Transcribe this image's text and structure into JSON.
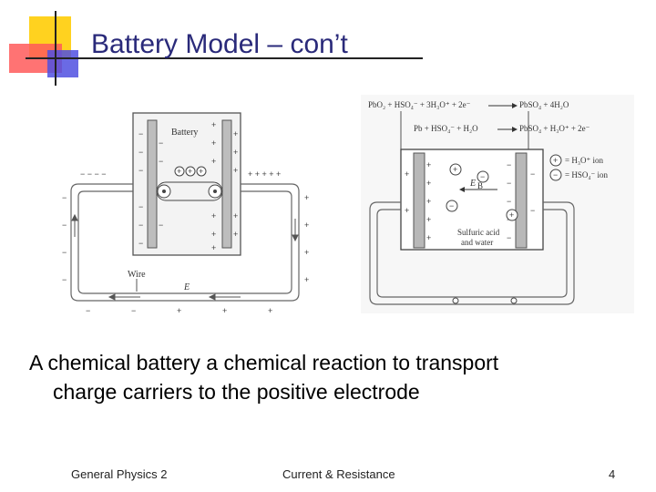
{
  "slide": {
    "title": "Battery Model – con’t",
    "body_line1": "A chemical battery a chemical reaction to transport",
    "body_line2": "charge carriers to the positive electrode"
  },
  "figure_left": {
    "label_battery": "Battery",
    "label_wire": "Wire",
    "label_field": "E"
  },
  "figure_right": {
    "eq1_left": "PbO₂ + HSO₄⁻ + 3H₃O⁺ + 2e⁻",
    "eq1_right": "PbSO₄ + 4H₂O",
    "eq2_left": "Pb + HSO₄⁻ + H₂O",
    "eq2_right": "PbSO₄ + H₃O⁺ + 2e⁻",
    "legend_plus": "= H₃O⁺ ion",
    "legend_minus": "= HSO₄⁻ ion",
    "label_field": "E",
    "label_field_sub": "B",
    "label_solution1": "Sulfuric acid",
    "label_solution2": "and water"
  },
  "footer": {
    "course": "General Physics 2",
    "topic": "Current & Resistance",
    "page": "4"
  },
  "colors": {
    "title": "#2a2a7a",
    "logo_yellow": "#ffd21f",
    "logo_red": "#ff3b3b",
    "logo_blue": "#3a3ad6"
  }
}
